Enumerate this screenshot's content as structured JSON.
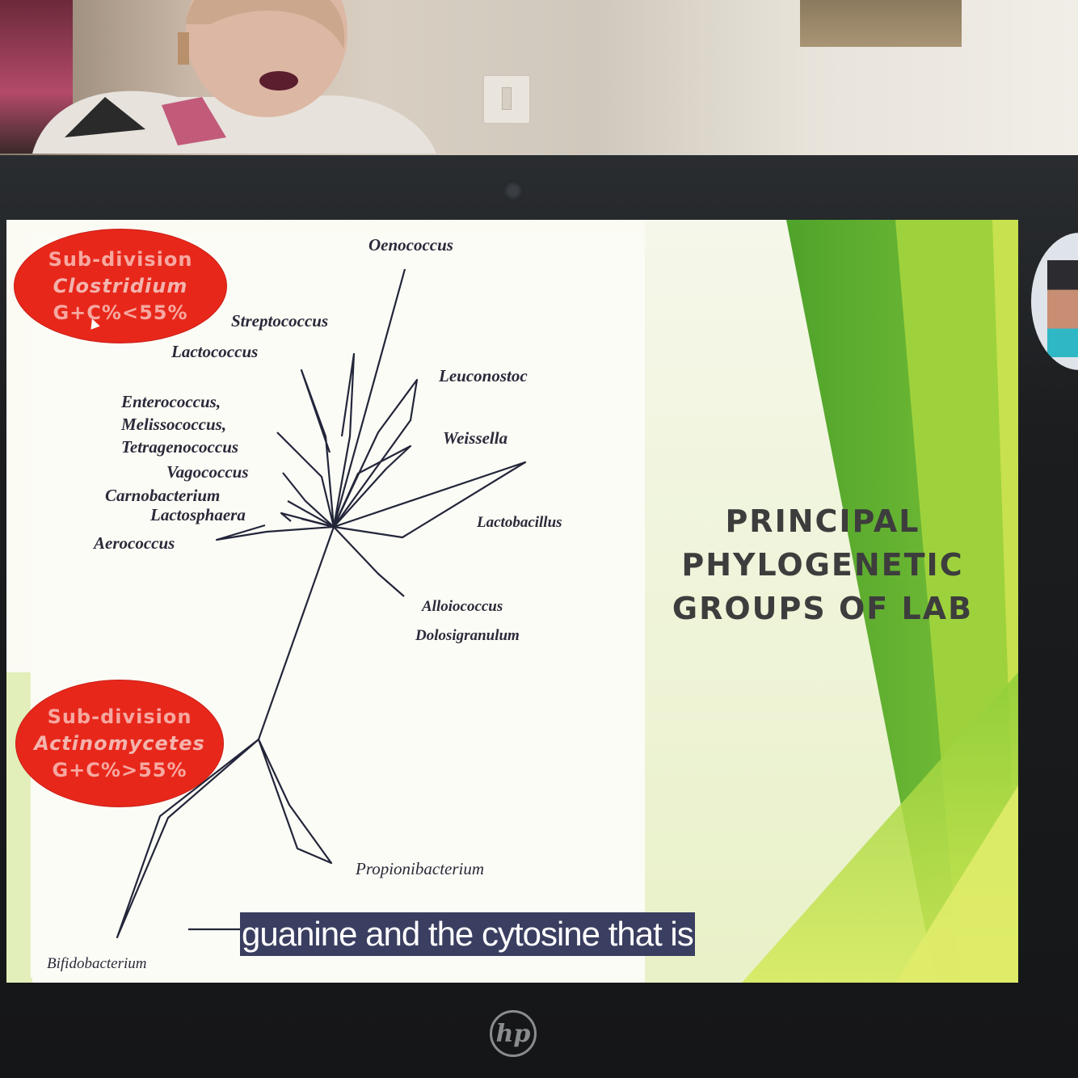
{
  "slide": {
    "title_lines": [
      "PRINCIPAL",
      "PHYLOGENETIC",
      "GROUPS OF LAB"
    ],
    "subdivision_top": {
      "line1": "Sub-division",
      "line2": "Clostridium",
      "line3": "G+C%<55%"
    },
    "subdivision_bottom": {
      "line1": "Sub-division",
      "line2": "Actinomycetes",
      "line3": "G+C%>55%"
    },
    "taxa": {
      "oenococcus": "Oenococcus",
      "streptococcus": "Streptococcus",
      "lactococcus": "Lactococcus",
      "leuconostoc": "Leuconostoc",
      "enterococcus": "Enterococcus,",
      "melissococcus": "Melissococcus,",
      "tetragenococcus": "Tetragenococcus",
      "weissella": "Weissella",
      "vagococcus": "Vagococcus",
      "carnobacterium": "Carnobacterium",
      "lactosphaera": "Lactosphaera",
      "lactobacillus": "Lactobacillus",
      "aerococcus": "Aerococcus",
      "alloiococcus": "Alloiococcus",
      "dolosigranulum": "Dolosigranulum",
      "propionibacterium": "Propionibacterium",
      "bifidobacterium": "Bifidobacterium"
    },
    "accent_colors": {
      "ellipse": "#e8271b",
      "green_dark": "#5fb52a",
      "green_light": "#b7dd3a"
    }
  },
  "caption": {
    "text": "guanine and the cytosine that is"
  },
  "device": {
    "logo": "hp"
  },
  "icons": {
    "cursor": "arrow-cursor-icon",
    "webcam": "webcam-icon"
  }
}
